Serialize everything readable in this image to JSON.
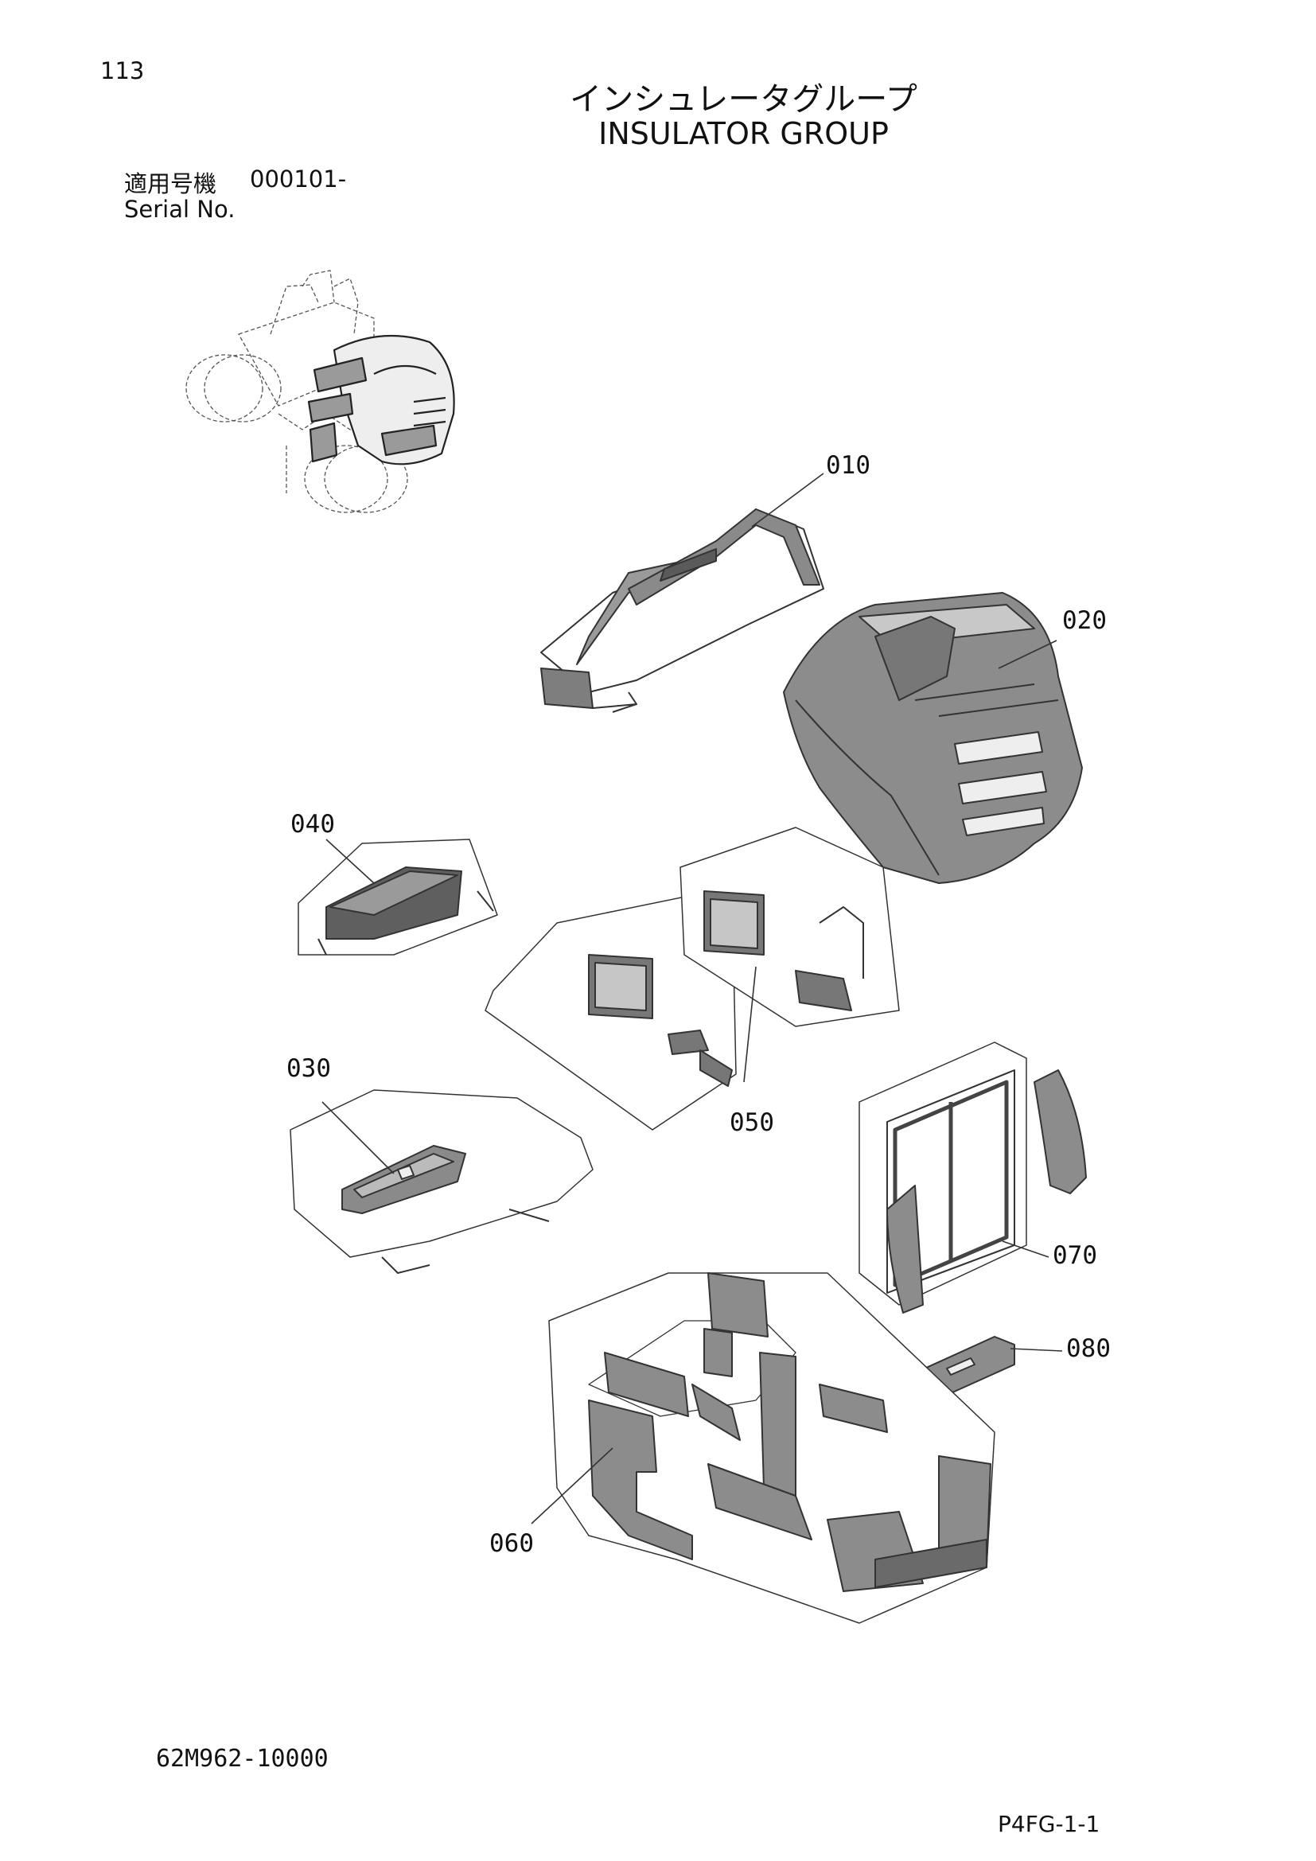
{
  "header": {
    "page_number": "113",
    "title_jp": "インシュレータグループ",
    "title_en": "INSULATOR GROUP",
    "serial_label_jp": "適用号機",
    "serial_value": "000101-",
    "serial_label_en": "Serial No."
  },
  "footer": {
    "drawing_number": "62M962-10000",
    "page_code": "P4FG-1-1"
  },
  "parts": [
    {
      "id": "p010",
      "label": "010"
    },
    {
      "id": "p020",
      "label": "020"
    },
    {
      "id": "p030",
      "label": "030"
    },
    {
      "id": "p040",
      "label": "040"
    },
    {
      "id": "p050",
      "label": "050"
    },
    {
      "id": "p060",
      "label": "060"
    },
    {
      "id": "p070",
      "label": "070"
    },
    {
      "id": "p080",
      "label": "080"
    }
  ],
  "colors": {
    "line": "#333333",
    "insulator_fill": "#8c8c8c",
    "insulator_dark": "#5a5a5a",
    "frame_light": "#ffffff"
  }
}
